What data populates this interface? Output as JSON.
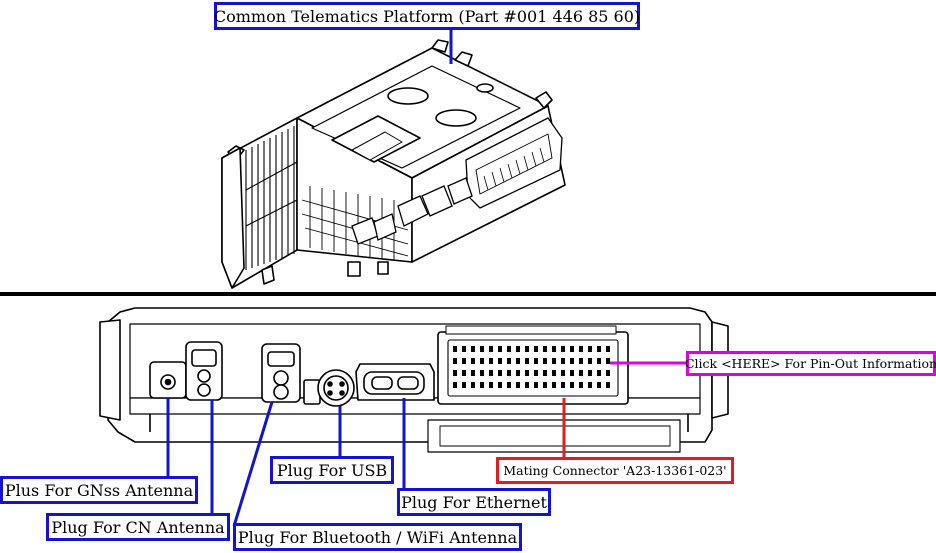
{
  "colors": {
    "callout_blue": "#1414d0",
    "callout_magenta": "#e100e1",
    "callout_red": "#dd1f1f",
    "divider": "#000000"
  },
  "labels": {
    "title": "Common Telematics Platform (Part #001 446 85 60)",
    "gnss": "Plus For GNss Antenna",
    "cn": "Plug For CN Antenna",
    "bluetooth": "Plug For Bluetooth / WiFi Antenna",
    "usb": "Plug For USB",
    "ethernet": "Plug For Ethernet",
    "pinout": "Click <HERE> For Pin-Out Information",
    "mating": "Mating Connector 'A23-13361-023'"
  }
}
